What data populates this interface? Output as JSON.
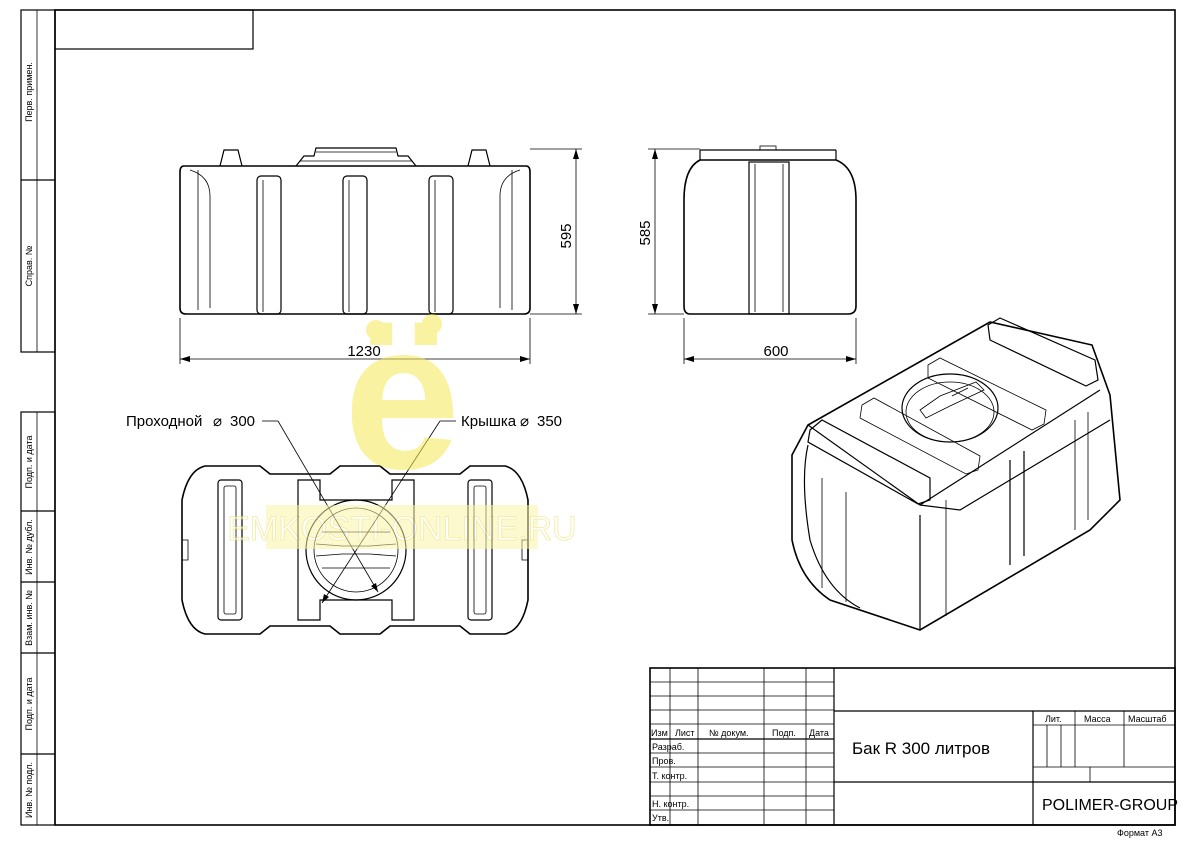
{
  "side_labels": [
    "Перв. примен.",
    "Справ. №",
    "Подп. и дата",
    "Инв. № дубл.",
    "Взам. инв. №",
    "Подп. и дата",
    "Инв. № подл."
  ],
  "dimensions": {
    "front_height": "595",
    "front_length": "1230",
    "side_height": "585",
    "side_width": "600",
    "hatch_passage": "Проходной",
    "hatch_passage_value": "300",
    "hatch_lid": "Крышка",
    "hatch_lid_value": "350"
  },
  "watermark": {
    "glyph": "ё",
    "text": "EMKOSTI-ONLINE.RU",
    "color": "#f5ea55"
  },
  "title_block": {
    "columns": [
      "Изм",
      "Лист",
      "№ докум.",
      "Подп.",
      "Дата"
    ],
    "roles": [
      "Разраб.",
      "Пров.",
      "Т. контр.",
      "",
      "Н. контр.",
      "Утв."
    ],
    "title": "Бак R 300 литров",
    "lit_label": "Лит.",
    "mass_label": "Масса",
    "scale_label": "Масштаб",
    "company": "POLIMER-GROUP"
  },
  "format_label": "Формат A3"
}
